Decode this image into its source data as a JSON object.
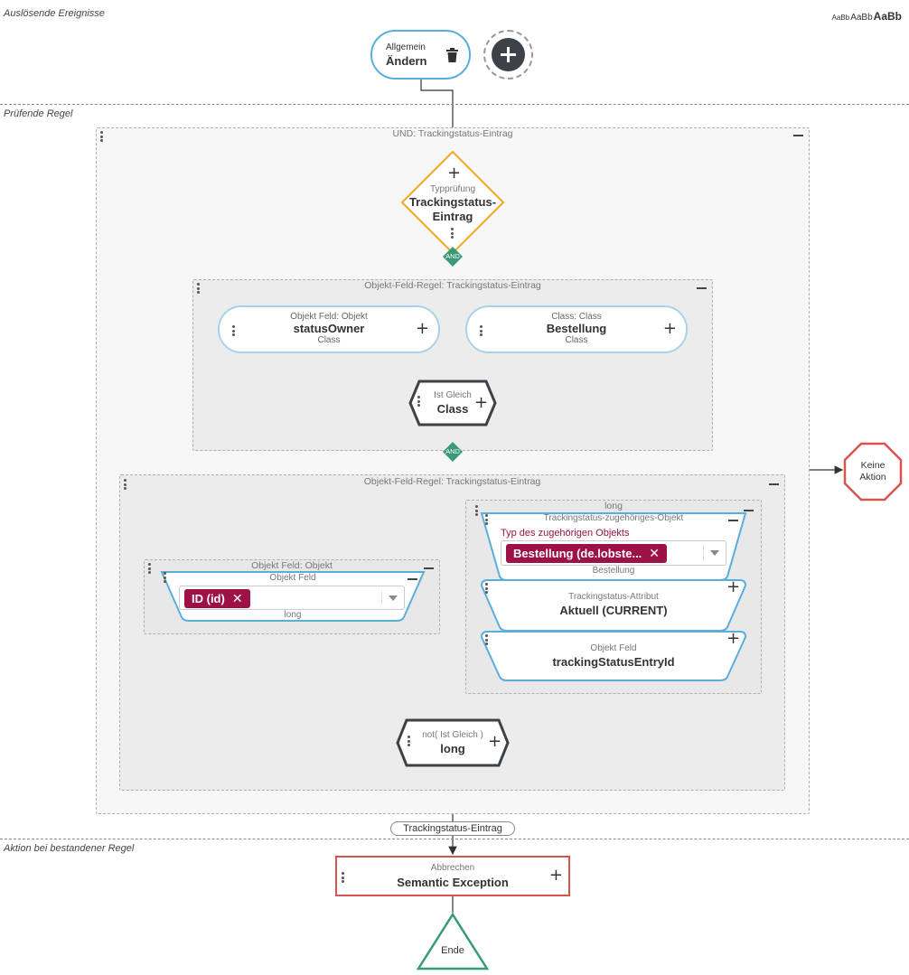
{
  "sections": {
    "triggers": "Auslösende Ereignisse",
    "rule": "Prüfende Regel",
    "action": "Aktion bei bestandener Regel"
  },
  "font_size_control": [
    "AaBb",
    "AaBb",
    "AaBb"
  ],
  "trigger": {
    "category": "Allgemein",
    "event": "Ändern"
  },
  "and_group": {
    "title": "UND: Trackingstatus-Eintrag"
  },
  "type_check": {
    "label": "Typprüfung",
    "name_line1": "Trackingstatus-",
    "name_line2": "Eintrag"
  },
  "and_badge": "AND",
  "field_rule_1": {
    "title": "Objekt-Feld-Regel: Trackingstatus-Eintrag",
    "left": {
      "type": "Objekt Feld: Objekt",
      "name": "statusOwner",
      "sub": "Class"
    },
    "right": {
      "type": "Class: Class",
      "name": "Bestellung",
      "sub": "Class"
    },
    "compare": {
      "label": "Ist Gleich",
      "type": "Class"
    }
  },
  "no_action": {
    "line1": "Keine",
    "line2": "Aktion"
  },
  "field_rule_2": {
    "title": "Objekt-Feld-Regel: Trackingstatus-Eintrag",
    "left_group": {
      "title": "Objekt Feld: Objekt",
      "field_label": "Objekt Feld",
      "selected": "ID (id)",
      "type": "long"
    },
    "right_group": {
      "title": "long",
      "related": {
        "title": "Trackingstatus-zugehöriges-Objekt",
        "field_label": "Typ des zugehörigen Objekts",
        "selected": "Bestellung (de.lobste...",
        "type": "Bestellung"
      },
      "attribute": {
        "label": "Trackingstatus-Attribut",
        "value": "Aktuell (CURRENT)"
      },
      "field": {
        "label": "Objekt Feld",
        "value": "trackingStatusEntryId"
      }
    },
    "compare": {
      "label": "not( Ist Gleich )",
      "type": "long"
    }
  },
  "output_label": "Trackingstatus-Eintrag",
  "action": {
    "label": "Abbrechen",
    "name": "Semantic Exception"
  },
  "end": "Ende",
  "colors": {
    "blue_border": "#5aaedc",
    "orange": "#f5a623",
    "green": "#3a9a78",
    "red": "#d9534f",
    "tag": "#9c1247",
    "dark_node": "#3d4248"
  }
}
